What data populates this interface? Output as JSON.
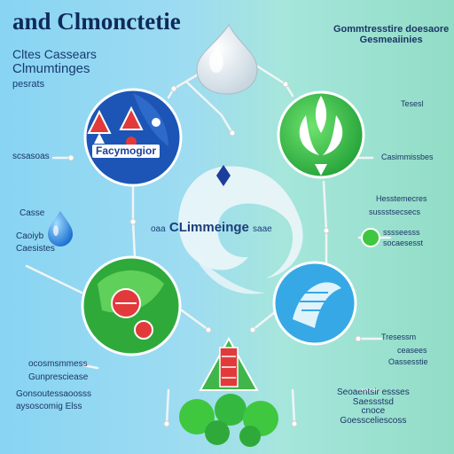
{
  "title": "and Clmonctetie",
  "subtitle_1": "Cltes Cassears",
  "subtitle_2": "Clmumtinges",
  "subtitle_3": "pesrats",
  "right_heading_1": "Gommtresstire doesaore",
  "right_heading_2": "Gesmeaiinies",
  "top_left_circle_label": "Facymogior",
  "center_label": "CLimmeinge",
  "center_prefix": "oaa",
  "center_suffix": "saae",
  "left_labels": [
    "scsasoas",
    "Casse",
    "Caoiyb",
    "Caesistes",
    "ocosmsmmess",
    "Gunpresciease"
  ],
  "right_labels": [
    "Tesesl",
    "Casimmissbes",
    "Hesstemecres",
    "sussstsecsecs",
    "sssseesss",
    "socaesesst",
    "Tresessm",
    "ceasees",
    "Oassesstie"
  ],
  "bottom_left_1": "Gonsoutessaoosss",
  "bottom_left_2": "aysoscomig Elss",
  "bottom_right_1": "Seoaentsir essses",
  "bottom_right_2": "Saessstsd",
  "bottom_right_3": "cnoce",
  "bottom_right_4": "Goessceliescoss",
  "colors": {
    "navy": "#0f2a5a",
    "green": "#2faa3a",
    "blue": "#1c55b5",
    "cyan": "#37a8e6",
    "red": "#e23a3a"
  },
  "icons": [
    "water-drop-icon",
    "molecule-icon",
    "plant-flame-icon",
    "leaf-cluster-icon",
    "stream-icon",
    "tree-icon"
  ]
}
